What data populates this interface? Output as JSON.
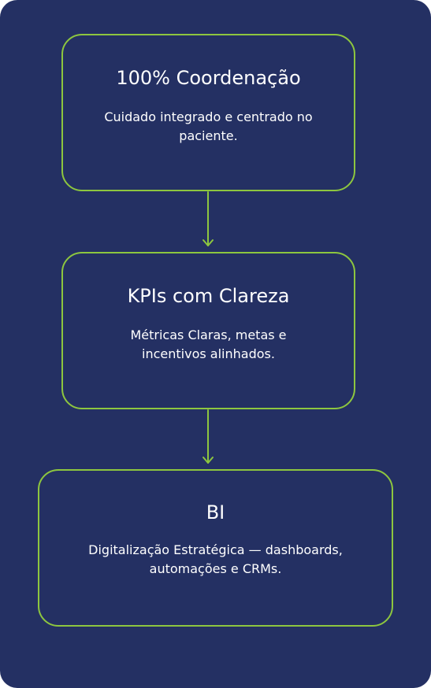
{
  "colors": {
    "background": "#243063",
    "accent": "#8dc63f",
    "text": "#ffffff"
  },
  "steps": [
    {
      "title": "100% Coordenação",
      "description": "Cuidado integrado e centrado no paciente."
    },
    {
      "title": "KPIs com Clareza",
      "description": "Métricas Claras, metas e incentivos alinhados."
    },
    {
      "title": "BI",
      "description": "Digitalização Estratégica — dashboards, automações e CRMs."
    }
  ]
}
